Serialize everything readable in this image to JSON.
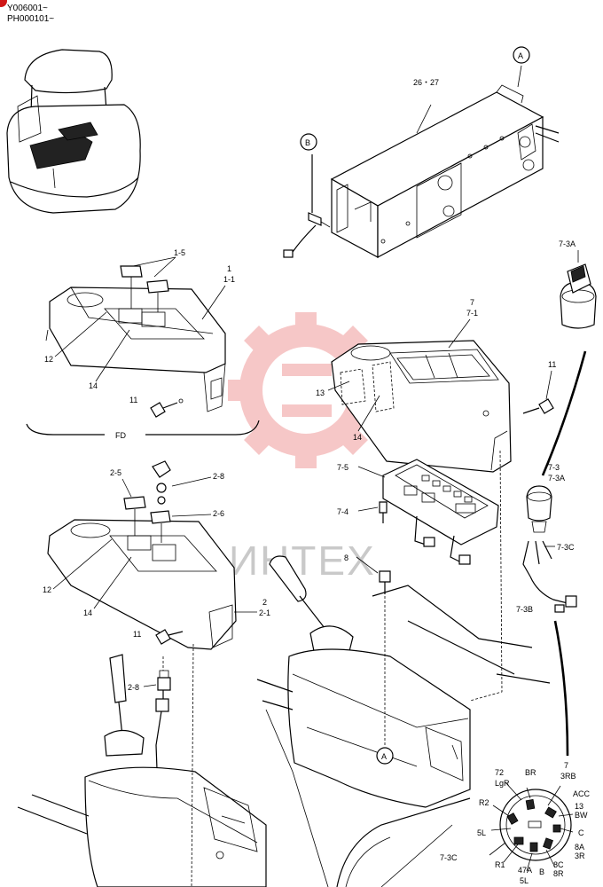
{
  "serials": [
    "Y006001~",
    "PH000101~"
  ],
  "watermark": "ИНТЕХ",
  "callouts": {
    "A_top": "A",
    "B_top": "B",
    "A_bottom": "A",
    "B_bottom": "B",
    "p26_27": "26・27",
    "p1_5": "1-5",
    "p1": "1",
    "p1_1": "1-1",
    "p12a": "12",
    "p14a": "14",
    "p11a": "11",
    "fd": "FD",
    "p7": "7",
    "p7_1": "7-1",
    "p11b": "11",
    "p13": "13",
    "p14b": "14",
    "p7_5": "7-5",
    "p7_4": "7-4",
    "p7_3a_top": "7-3A",
    "p7_3": "7-3",
    "p7_3a": "7-3A",
    "p7_3c": "7-3C",
    "p7_3b": "7-3B",
    "p2_5": "2-5",
    "p2_8a": "2-8",
    "p2_6": "2-6",
    "p12b": "12",
    "p14c": "14",
    "p2": "2",
    "p2_1": "2-1",
    "p11c": "11",
    "p2_8b": "2-8",
    "p8": "8"
  },
  "switch_terminals": {
    "t72": "72",
    "lgr": "LgR",
    "br": "BR",
    "t7": "7",
    "t3rb": "3RB",
    "acc": "ACC",
    "t13": "13",
    "bw": "BW",
    "r2": "R2",
    "c": "C",
    "t5l_a": "5L",
    "t8a": "8A",
    "t3r": "3R",
    "t8c": "8C",
    "t8r": "8R",
    "b": "B",
    "t47a": "47A",
    "t5l_b": "5L",
    "r1": "R1",
    "t7_3c": "7-3C"
  }
}
